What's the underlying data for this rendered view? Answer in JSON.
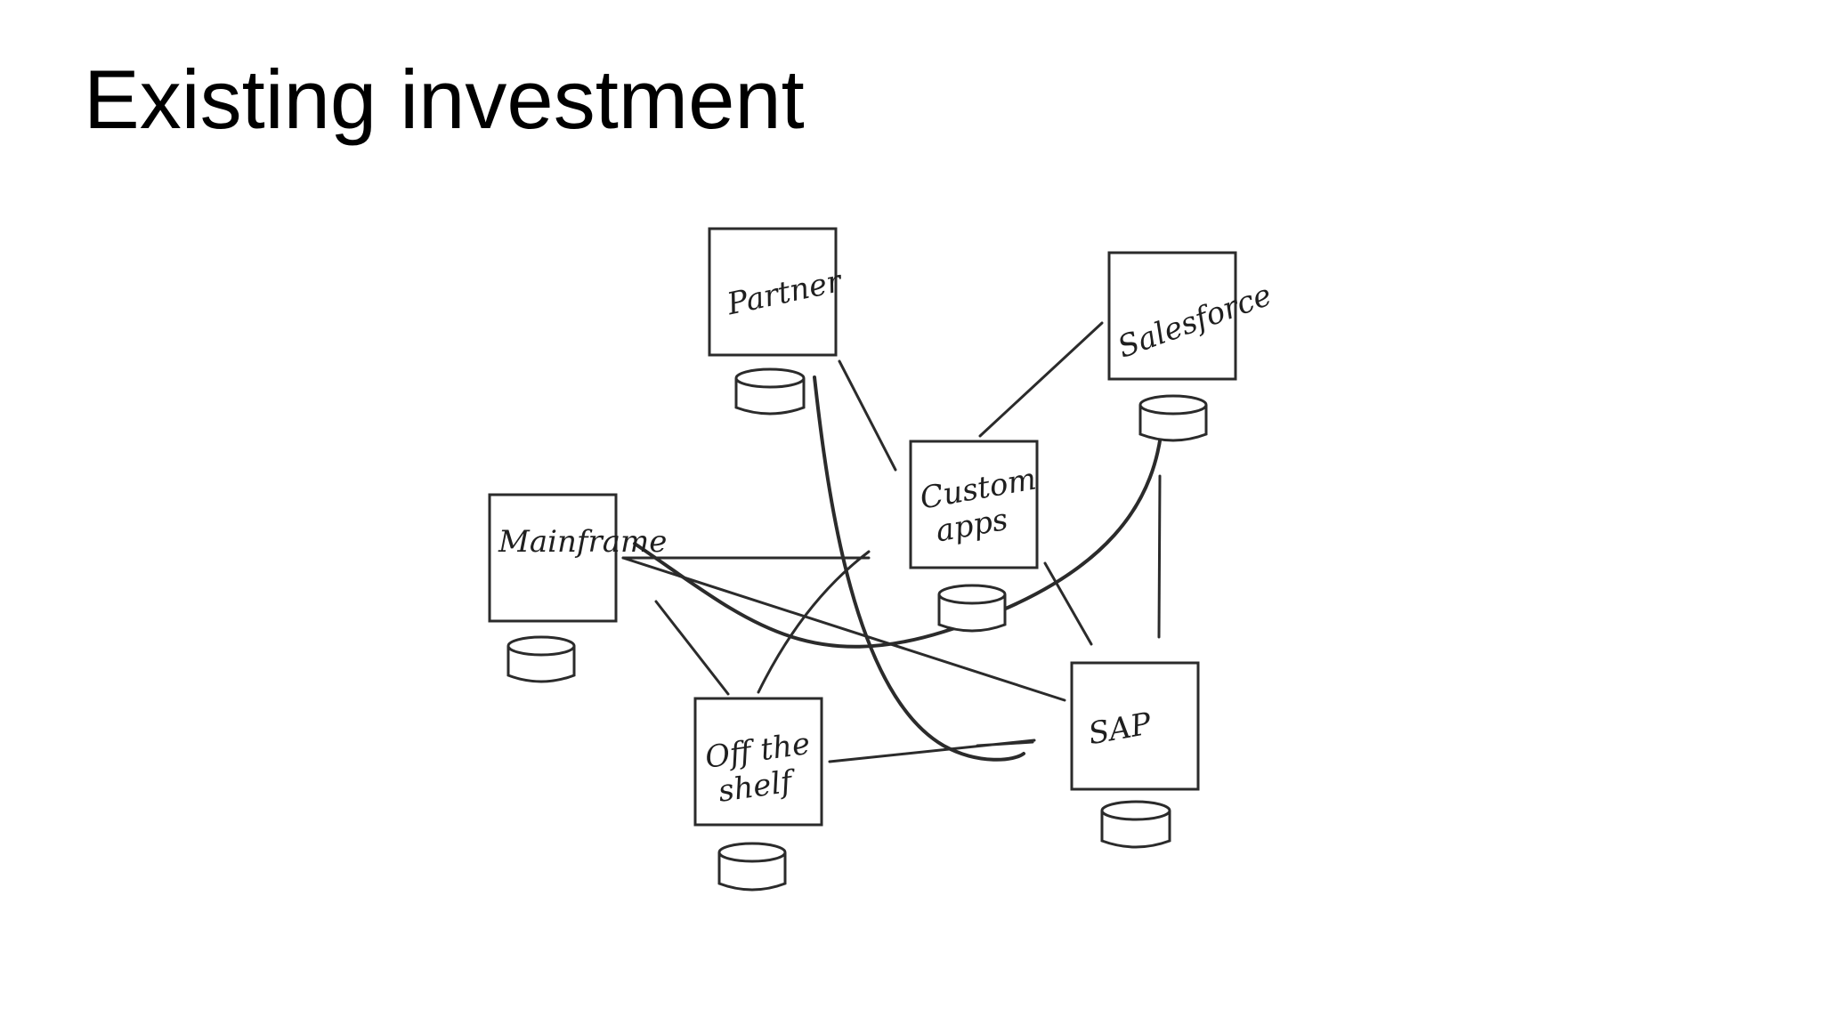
{
  "slide": {
    "title": "Existing investment"
  },
  "diagram": {
    "nodes": [
      {
        "id": "partner",
        "lines": [
          "Partner"
        ]
      },
      {
        "id": "salesforce",
        "lines": [
          "Salesforce"
        ]
      },
      {
        "id": "custom-apps",
        "lines": [
          "Custom",
          "apps"
        ]
      },
      {
        "id": "mainframe",
        "lines": [
          "Mainframe"
        ]
      },
      {
        "id": "off-the-shelf",
        "lines": [
          "Off the",
          "shelf"
        ]
      },
      {
        "id": "sap",
        "lines": [
          "SAP"
        ]
      }
    ]
  }
}
